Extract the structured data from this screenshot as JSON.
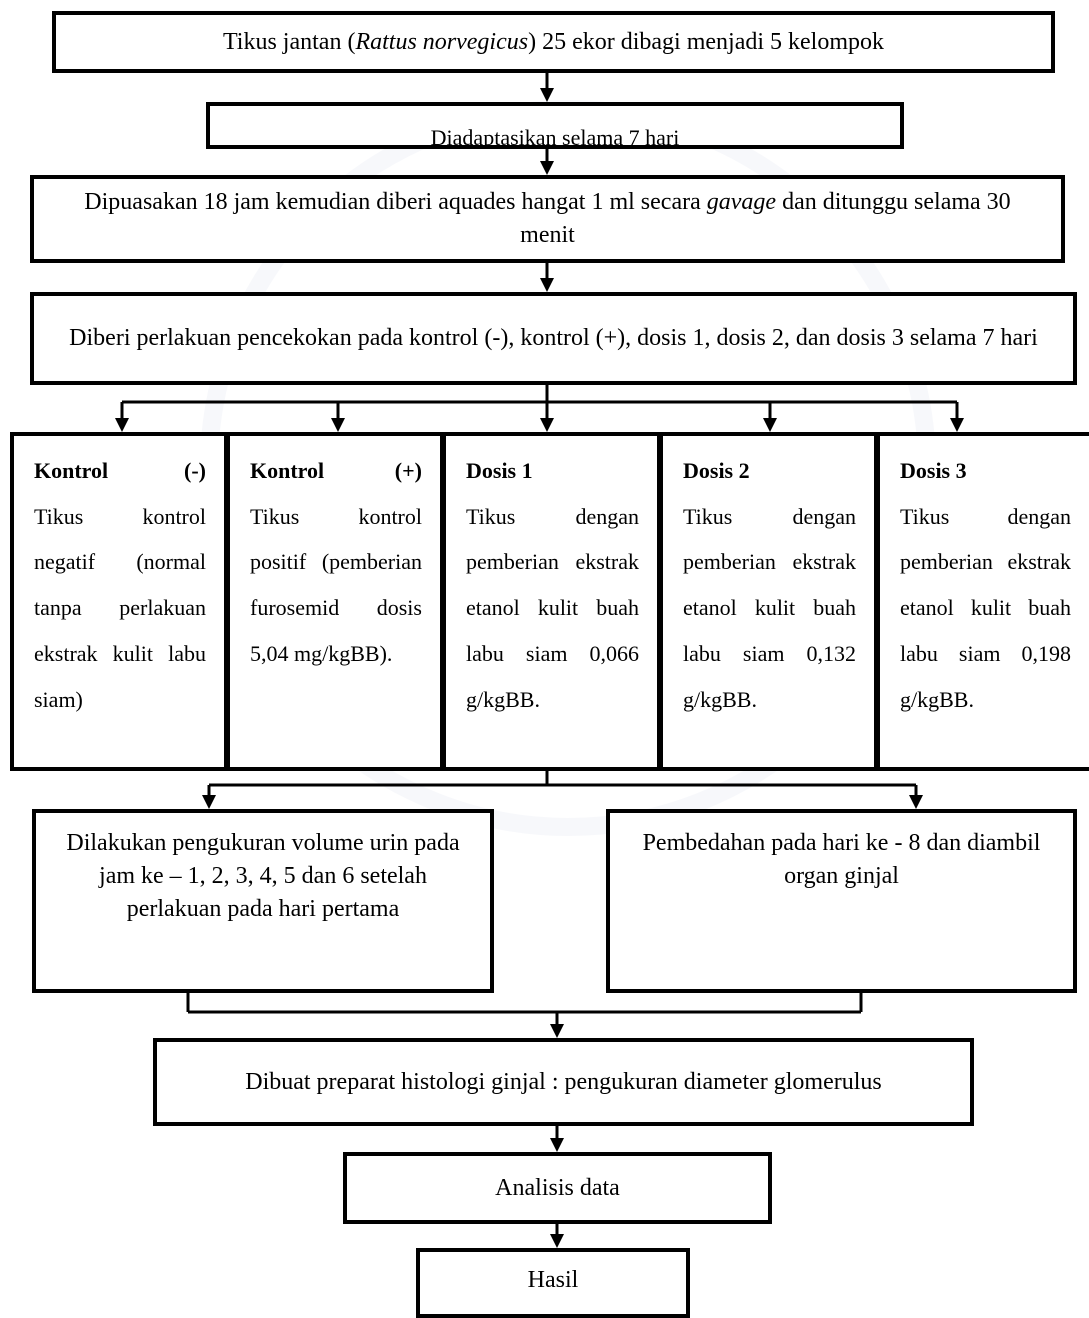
{
  "flow": {
    "step1": {
      "before": "Tikus jantan (",
      "italic": "Rattus norvegicus",
      "after": ") 25 ekor dibagi menjadi 5 kelompok"
    },
    "step2": "Diadaptasikan selama 7 hari",
    "step3": {
      "before": "Dipuasakan 18 jam kemudian diberi aquades hangat 1 ml secara ",
      "italic": "gavage",
      "after": " dan ditunggu selama 30 menit"
    },
    "step4": "Diberi perlakuan pencekokan pada kontrol (-), kontrol (+), dosis 1, dosis 2, dan dosis 3 selama 7 hari",
    "groups": [
      {
        "name": "Kontrol",
        "tag": "(-)",
        "desc": "Tikus kontrol negatif (normal tanpa perlakuan ekstrak kulit labu siam)"
      },
      {
        "name": "Kontrol",
        "tag": "(+)",
        "desc": "Tikus kontrol positif (pemberian furosemid dosis 5,04 mg/kgBB)."
      },
      {
        "name": "Dosis 1",
        "tag": "",
        "desc": "Tikus dengan pemberian ekstrak etanol kulit buah labu siam 0,066 g/kgBB."
      },
      {
        "name": "Dosis 2",
        "tag": "",
        "desc": "Tikus dengan pemberian ekstrak etanol kulit buah labu siam 0,132 g/kgBB."
      },
      {
        "name": "Dosis 3",
        "tag": "",
        "desc": "Tikus dengan pemberian ekstrak etanol kulit buah labu siam 0,198 g/kgBB."
      }
    ],
    "urine": "Dilakukan pengukuran volume urin pada jam ke – 1, 2, 3, 4, 5 dan 6 setelah perlakuan pada hari pertama",
    "surgery": "Pembedahan pada hari ke - 8 dan diambil organ ginjal",
    "histology": "Dibuat preparat histologi ginjal : pengukuran diameter glomerulus",
    "analysis": "Analisis data",
    "result": "Hasil"
  }
}
